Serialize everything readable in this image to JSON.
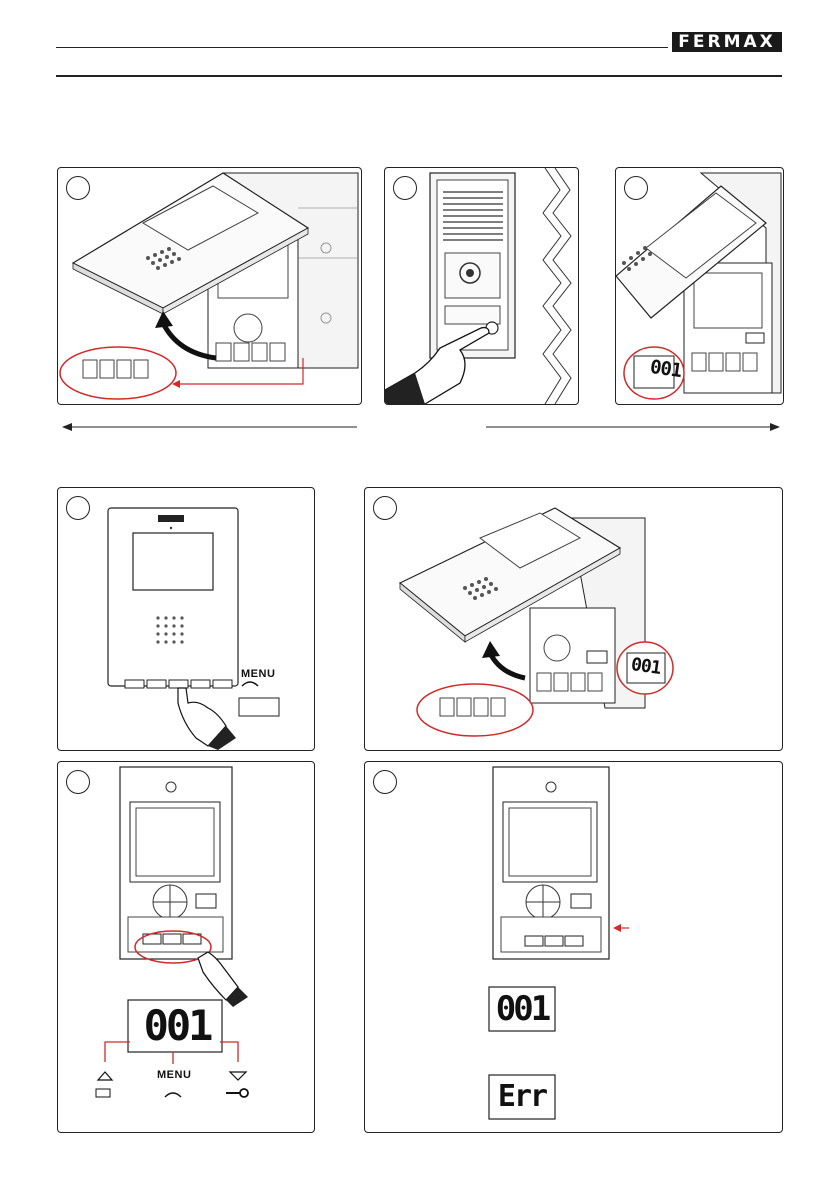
{
  "header": {
    "brand": "FERMAX"
  },
  "colors": {
    "ink": "#222222",
    "highlight": "#d22a2a"
  },
  "steps": [
    {
      "panel": "panel-a-remove-cover",
      "icons": [
        "curved-arrow-icon",
        "red-ellipse-icon"
      ]
    },
    {
      "panel": "panel-b-press-call-button",
      "icons": [
        "pointing-hand-icon"
      ]
    },
    {
      "panel": "panel-c-display-code",
      "icons": [
        "red-ellipse-icon"
      ]
    },
    {
      "panel": "panel-d-monitor-menu",
      "menu_label": "MENU"
    },
    {
      "panel": "panel-e-replace-cover",
      "icons": [
        "curved-arrow-icon",
        "red-ellipse-icon"
      ]
    },
    {
      "panel": "panel-f-keypad-buttons",
      "menu_label": "MENU"
    },
    {
      "panel": "panel-g-result-codes"
    }
  ],
  "displays": {
    "code": "001",
    "error": "Err"
  }
}
